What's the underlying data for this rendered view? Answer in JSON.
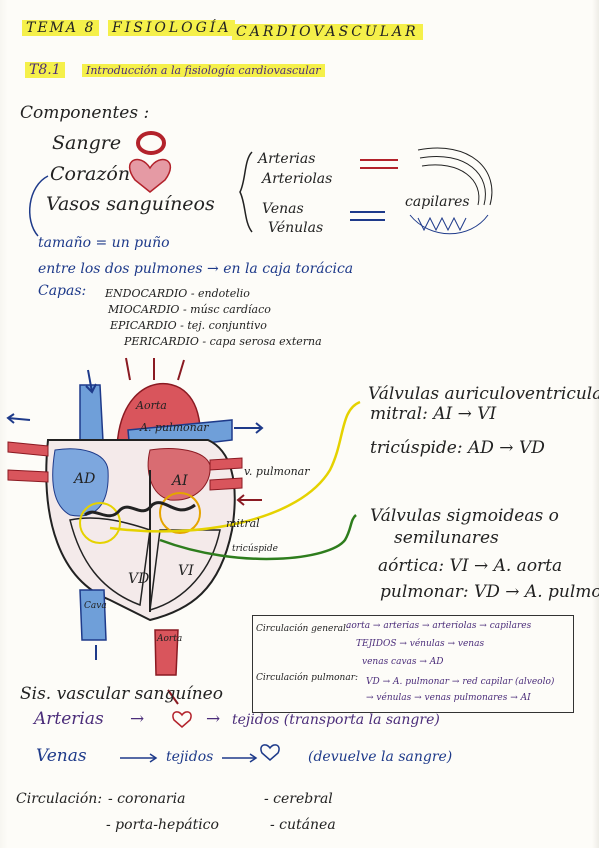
{
  "header": {
    "tema": "TEMA 8",
    "fisiologia": "FISIOLOGÍA",
    "cardiovascular": "CARDIOVASCULAR",
    "section_num": "T8.1",
    "section_title": "Introducción a la fisiología cardiovascular"
  },
  "components": {
    "heading": "Componentes :",
    "sangre": "Sangre",
    "corazon": "Corazón",
    "vasos": "Vasos sanguíneos",
    "vessels": [
      "Arterias",
      "Arteriolas",
      "Venas",
      "Vénulas"
    ],
    "capilares": "capilares"
  },
  "heart_info": {
    "tamano": "tamaño = un puño",
    "ubicacion": "entre los dos pulmones → en la caja torácica",
    "capas_label": "Capas:",
    "capas": [
      {
        "name": "ENDOCARDIO",
        "desc": "- endotelio"
      },
      {
        "name": "MIOCARDIO",
        "desc": "- músc cardíaco"
      },
      {
        "name": "EPICARDIO",
        "desc": "- tej. conjuntivo"
      },
      {
        "name": "PERICARDIO",
        "desc": "- capa serosa externa"
      }
    ]
  },
  "diagram_labels": {
    "aorta": "Aorta",
    "a_pulmonar": "A. pulmonar",
    "v_pulmonar": "v. pulmonar",
    "ad": "AD",
    "ai": "AI",
    "vd": "VD",
    "vi": "VI",
    "mitral": "mitral",
    "tricuspide": "tricúspide",
    "cava": "Cava",
    "aorta_bottom": "Aorta"
  },
  "valves": {
    "av_heading": "Válvulas auriculoventriculares",
    "mitral": "mitral: AI → VI",
    "tricuspide": "tricúspide: AD → VD",
    "sig_heading1": "Válvulas sigmoideas o",
    "sig_heading2": "semilunares",
    "aortica": "aórtica: VI → A. aorta",
    "pulmonar": "pulmonar: VD → A. pulmonar"
  },
  "circulation_box": {
    "general_label": "Circulación general:",
    "general_line1": "aorta → arterias → arteriolas → capilares",
    "general_line2": "TEJIDOS → vénulas → venas",
    "general_line3": "venas cavas → AD",
    "pulmonar_label": "Circulación pulmonar:",
    "pulmonar_line1": "VD → A. pulmonar → red capilar (alveolo)",
    "pulmonar_line2": "→ vénulas → venas pulmonares → AI"
  },
  "bottom": {
    "sos_vasculo": "Sis. vascular sanguíneo",
    "arterias_label": "Arterias",
    "arterias_arrow": "→",
    "arterias_arrow2": "→",
    "tejidos1": "tejidos (transporta la sangre)",
    "venas_label": "Venas",
    "venas_arrow": "→",
    "tejidos2": "tejidos",
    "venas_arrow2": "→",
    "devuelve": "(devuelve la sangre)",
    "circulacion_label": "Circulación:",
    "items": [
      "- coronaria",
      "- cerebral",
      "- porta-hepático",
      "- cutánea"
    ]
  },
  "colors": {
    "highlight": "#f5f04a",
    "purple_ink": "#4b2d7a",
    "blue_ink": "#1e3a8a",
    "red": "#b3222b",
    "yellow_line": "#e5d200",
    "green_line": "#2e7d1d"
  }
}
